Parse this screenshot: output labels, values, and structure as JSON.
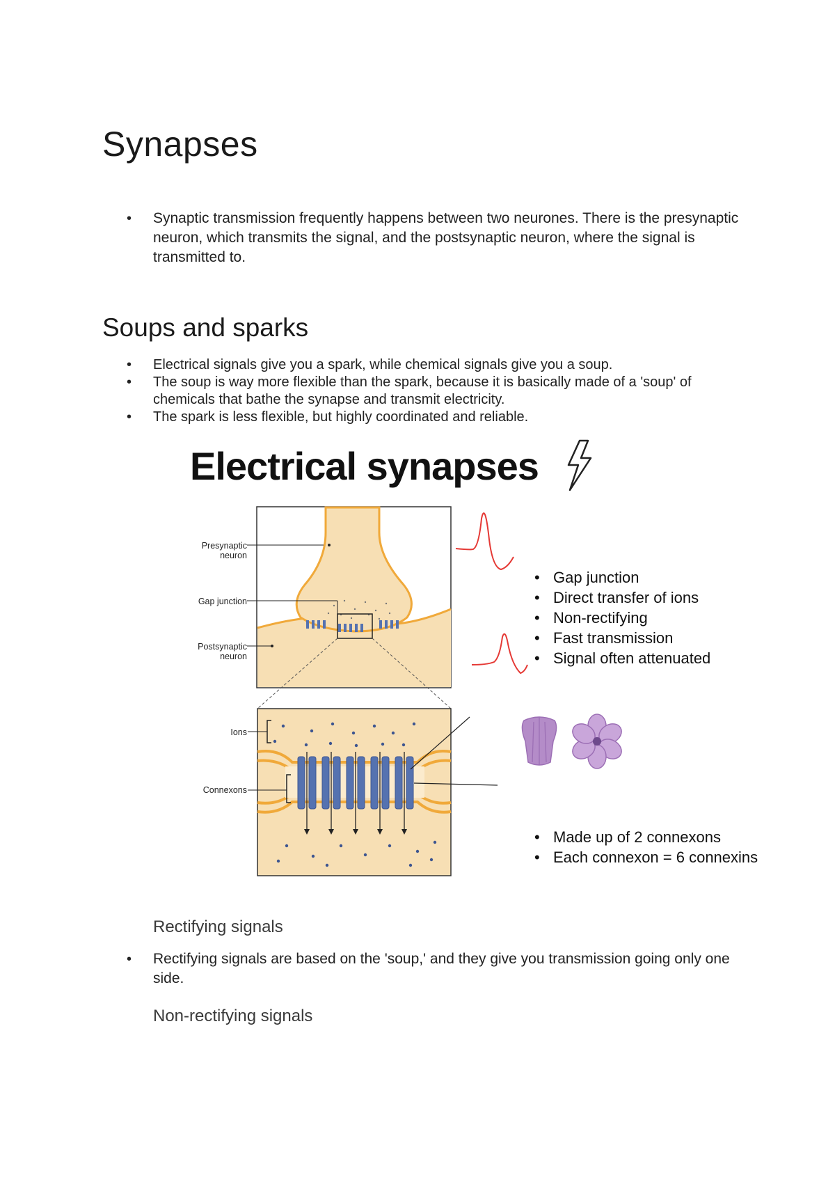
{
  "title": "Synapses",
  "intro_bullets": [
    "Synaptic transmission frequently happens between two neurones. There is the presynaptic neuron, which transmits the signal, and the postsynaptic neuron, where the signal is transmitted to."
  ],
  "section_soups": {
    "heading": "Soups and sparks",
    "bullets": [
      "Electrical signals give you a spark, while chemical signals give you a soup.",
      "The soup is way more flexible than the spark, because it is basically made of a 'soup' of chemicals that bathe the synapse and transmit electricity.",
      "The spark is less flexible, but highly coordinated and reliable."
    ]
  },
  "figure": {
    "title": "Electrical synapses",
    "labels": {
      "presynaptic": "Presynaptic neuron",
      "gap_junction": "Gap junction",
      "postsynaptic": "Postsynaptic neuron",
      "ions": "Ions",
      "connexons": "Connexons"
    },
    "features": [
      "Gap junction",
      "Direct transfer of ions",
      "Non-rectifying",
      "Fast transmission",
      "Signal often attenuated"
    ],
    "structure_notes": [
      "Made up of 2 connexons",
      "Each connexon = 6 connexins"
    ],
    "icons": [
      "lightning-icon"
    ],
    "colors": {
      "cell_fill": "#f7dfb4",
      "membrane": "#f0a93a",
      "connexon": "#5572b0",
      "connexin": "#b48cc8",
      "signal": "#e53935"
    }
  },
  "section_rectifying": {
    "heading": "Rectifying signals",
    "bullets": [
      "Rectifying signals are based on the 'soup,' and they give you transmission going only one side."
    ]
  },
  "section_nonrectifying": {
    "heading": "Non-rectifying signals"
  }
}
